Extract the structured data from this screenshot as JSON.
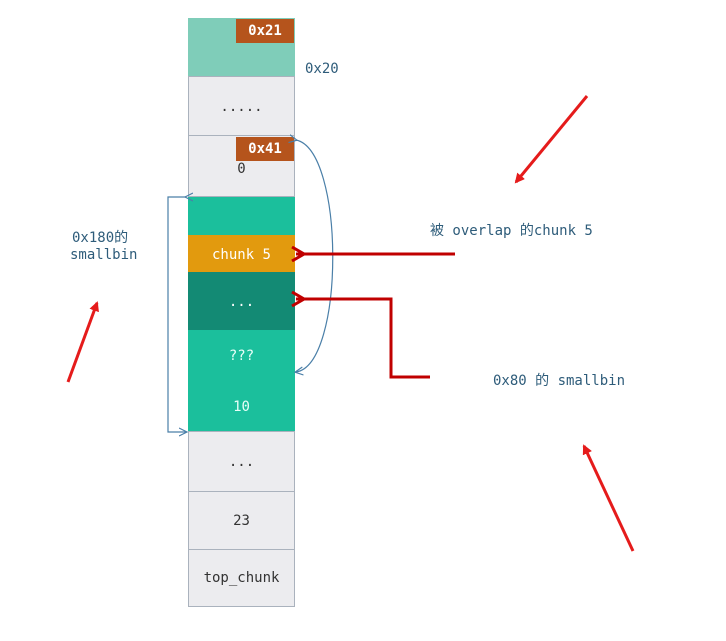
{
  "cells": [
    {
      "name": "chunk-0x20",
      "text": ""
    },
    {
      "name": "chunk-ellipsis-top",
      "text": "....."
    },
    {
      "name": "chunk-0x40",
      "text": "0"
    },
    {
      "name": "chunk-smallbin-start",
      "text": ""
    },
    {
      "name": "chunk-5",
      "text": "chunk 5"
    },
    {
      "name": "chunk-dots",
      "text": "..."
    },
    {
      "name": "chunk-unknown",
      "text": "???"
    },
    {
      "name": "chunk-10",
      "text": "10"
    },
    {
      "name": "chunk-ellipsis-bottom",
      "text": "..."
    },
    {
      "name": "chunk-23",
      "text": "23"
    },
    {
      "name": "top-chunk",
      "text": "top_chunk"
    }
  ],
  "tags": {
    "size_0x21": "0x21",
    "size_0x41": "0x41"
  },
  "labels": {
    "size_0x20": "0x20",
    "smallbin_0x180_line1": "0x180的",
    "smallbin_0x180_line2": "smallbin",
    "overlap_chunk5": "被 overlap 的chunk 5",
    "smallbin_0x80": "0x80 的 smallbin"
  },
  "colors": {
    "cell_gray": "#ececef",
    "cell_mint": "#7fcdb9",
    "cell_teal": "#1bbf9c",
    "cell_orange": "#e29a0e",
    "cell_dark_teal": "#138a74",
    "tag_brown": "#b5541c",
    "arrow_red": "#e51b1b",
    "pointer_dark_red": "#c00000",
    "bracket_blue": "#4a7fa8"
  }
}
